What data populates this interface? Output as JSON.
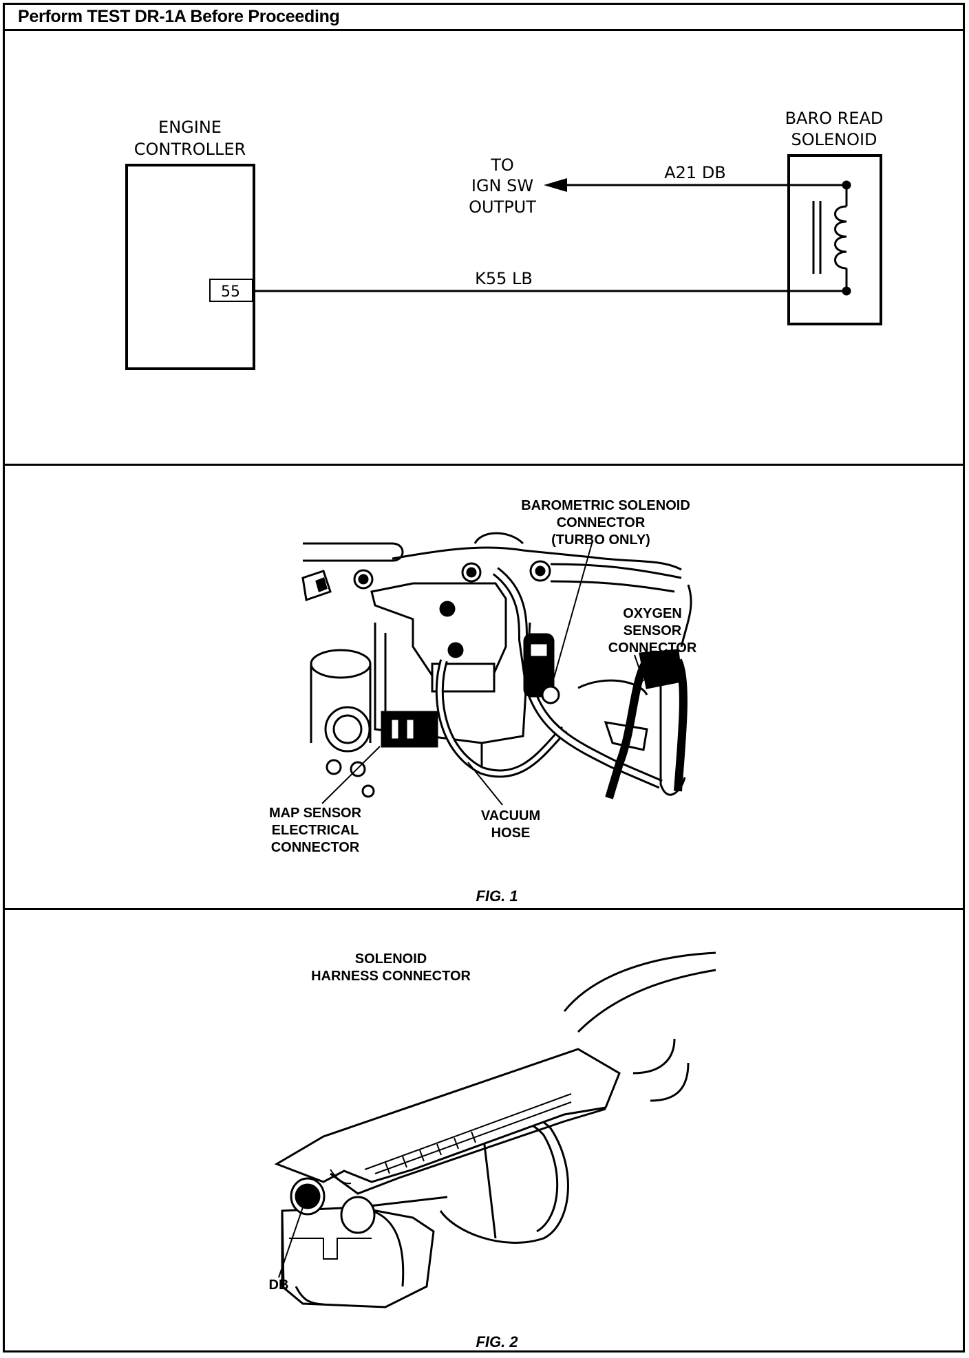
{
  "header": {
    "title": "Perform TEST DR-1A Before Proceeding"
  },
  "schematic": {
    "engine_controller": [
      "ENGINE",
      "CONTROLLER"
    ],
    "pin_number": "55",
    "wire_bottom": "K55  LB",
    "wire_top": "A21  DB",
    "destination": [
      "TO",
      "IGN  SW",
      "OUTPUT"
    ],
    "solenoid": [
      "BARO  READ",
      "SOLENOID"
    ]
  },
  "figure1": {
    "callout_baro": [
      "BAROMETRIC SOLENOID",
      "CONNECTOR",
      "(TURBO ONLY)"
    ],
    "callout_oxygen": [
      "OXYGEN",
      "SENSOR",
      "CONNECTOR"
    ],
    "callout_map": [
      "MAP SENSOR",
      "ELECTRICAL",
      "CONNECTOR"
    ],
    "callout_vacuum": [
      "VACUUM",
      "HOSE"
    ],
    "caption": "FIG. 1"
  },
  "figure2": {
    "callout_harness": [
      "SOLENOID",
      "HARNESS CONNECTOR"
    ],
    "callout_db": "DB",
    "caption": "FIG. 2"
  }
}
